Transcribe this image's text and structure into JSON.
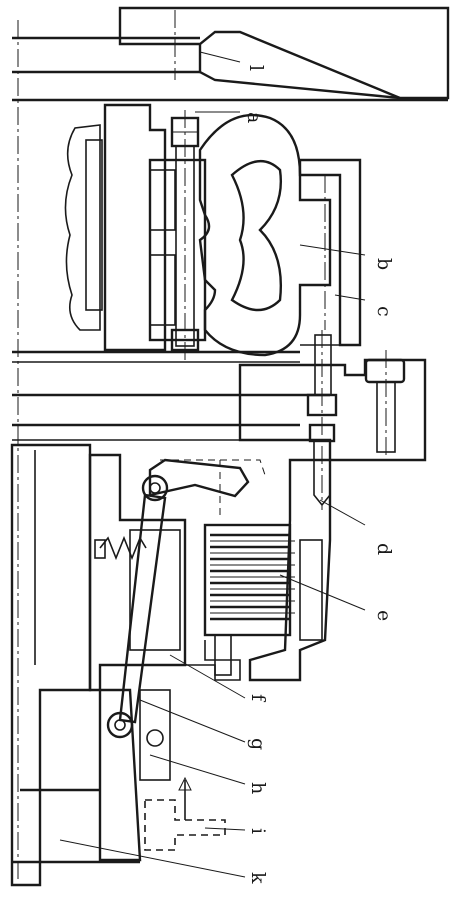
{
  "labels": [
    {
      "id": "l",
      "text": "l"
    },
    {
      "id": "a",
      "text": "a"
    },
    {
      "id": "b",
      "text": "b"
    },
    {
      "id": "c",
      "text": "c"
    },
    {
      "id": "d",
      "text": "d"
    },
    {
      "id": "e",
      "text": "e"
    },
    {
      "id": "f",
      "text": "f"
    },
    {
      "id": "g",
      "text": "g"
    },
    {
      "id": "h",
      "text": "h"
    },
    {
      "id": "i",
      "text": "i"
    },
    {
      "id": "k",
      "text": "k"
    }
  ],
  "colors": {
    "ink": "#1a1a1a",
    "paper": "#ffffff"
  }
}
